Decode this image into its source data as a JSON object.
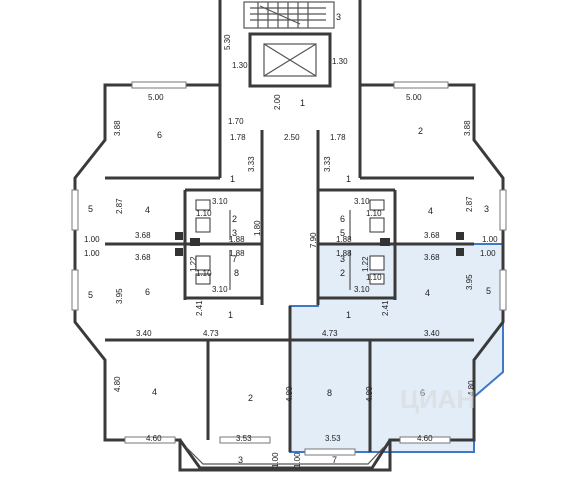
{
  "labels": {
    "stair_num": "3",
    "upper_left": "1.30",
    "upper_right": "1.30",
    "lift_w": "5.30",
    "corridor_v": "2.00",
    "corridor_num": "1",
    "l_top": "5.00",
    "r_top": "5.00",
    "l_side": "3.88",
    "r_side": "3.88",
    "room6_tl": "6",
    "room2_tr": "2",
    "d170": "1.70",
    "d178_l": "1.78",
    "d250": "2.50",
    "d178_r": "1.78",
    "d333_l": "3.33",
    "d333_r": "3.33",
    "hall_l": "1",
    "hall_r": "1",
    "b5_l": "5",
    "b5_r": "3",
    "d287_l": "2.87",
    "d287_r": "2.87",
    "r4_l": "4",
    "r4_r": "4",
    "d310_lt": "3.10",
    "d310_rt": "3.10",
    "d110_lt": "1.10",
    "d110_rt": "1.10",
    "n2_l": "2",
    "n3_l": "3",
    "n6_r": "6",
    "n5_r": "5",
    "d100_l1": "1.00",
    "d368_l1": "3.68",
    "d188_l1": "1.88",
    "d188_r1": "1.88",
    "d368_r1": "3.68",
    "d100_r1": "1.00",
    "d100_l2": "1.00",
    "d368_l2": "3.68",
    "d188_l2": "1.88",
    "d188_r2": "1.88",
    "d368_r2": "3.68",
    "d100_r2": "1.00",
    "d790": "7.90",
    "d180": "1.80",
    "d122_l": "1.22",
    "d122_r": "1.22",
    "n7_l": "7",
    "n8_l": "8",
    "n3_r": "3",
    "n2_r": "2",
    "d110_lb": "1.10",
    "d110_rb": "1.10",
    "d310_lb": "3.10",
    "d310_rb": "3.10",
    "b5_l2": "5",
    "b5_r2": "5",
    "d395_l": "3.95",
    "d395_r": "3.95",
    "r6_l": "6",
    "r4_r2": "4",
    "d241_l": "2.41",
    "d241_r": "2.41",
    "hall_lb": "1",
    "hall_rb": "1",
    "d340_l": "3.40",
    "d473_l": "4.73",
    "d473_r": "4.73",
    "d340_r": "3.40",
    "d480_1": "4.80",
    "d480_2": "4.80",
    "d480_3": "4.80",
    "d480_4": "4.80",
    "r4_bl": "4",
    "r2_b": "2",
    "r8_b": "8",
    "r6_br": "6",
    "d460_l": "4.60",
    "d353_l": "3.53",
    "d353_r": "3.53",
    "d460_r": "4.60",
    "balc3": "3",
    "balc7": "7",
    "d100_bl": "1.00",
    "d100_br": "1.00"
  },
  "colors": {
    "wall": "#3a3a3a",
    "highlight_fill": "#bfd6f0",
    "highlight_stroke": "#3f78c8"
  },
  "watermark": "ЦИАН"
}
